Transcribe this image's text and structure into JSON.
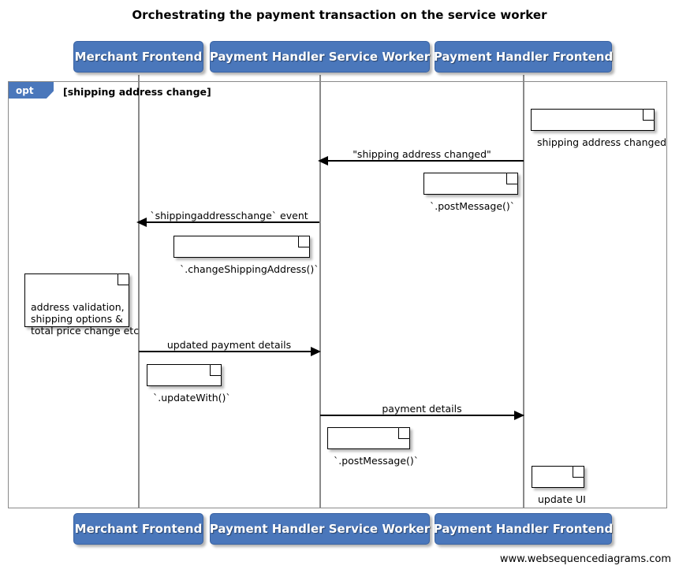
{
  "diagram": {
    "title": "Orchestrating the payment transaction on the service worker",
    "credit": "www.websequencediagrams.com",
    "colors": {
      "participant_fill": "#4a77bb",
      "participant_border": "#3a63a3",
      "participant_text": "#ffffff",
      "frame_border": "#8a8a8a",
      "lifeline": "#8a8a8a",
      "note_fill": "#ffffff",
      "note_border": "#000000",
      "arrow": "#000000",
      "background": "#ffffff"
    }
  },
  "participants": [
    {
      "id": "merchant-frontend",
      "label": "Merchant Frontend"
    },
    {
      "id": "payment-handler-service-worker",
      "label": "Payment Handler Service Worker"
    },
    {
      "id": "payment-handler-frontend",
      "label": "Payment Handler Frontend"
    }
  ],
  "fragment": {
    "type": "opt",
    "tag_label": "opt",
    "guard": "[shipping address change]"
  },
  "messages": [
    {
      "id": "msg-shipping-address-changed",
      "label": "\"shipping address changed\"",
      "from": "payment-handler-frontend",
      "to": "payment-handler-service-worker",
      "direction": "left"
    },
    {
      "id": "msg-shippingaddresschange-event",
      "label": "`shippingaddresschange` event",
      "from": "payment-handler-service-worker",
      "to": "merchant-frontend",
      "direction": "left"
    },
    {
      "id": "msg-updated-payment-details",
      "label": "updated payment details",
      "from": "merchant-frontend",
      "to": "payment-handler-service-worker",
      "direction": "right"
    },
    {
      "id": "msg-payment-details",
      "label": "payment details",
      "from": "payment-handler-service-worker",
      "to": "payment-handler-frontend",
      "direction": "right"
    }
  ],
  "notes": [
    {
      "id": "note-shipping-address-changed",
      "text": "shipping address changed",
      "over": "payment-handler-frontend"
    },
    {
      "id": "note-post-message-1",
      "text": "`.postMessage()`",
      "over": "payment-handler-frontend"
    },
    {
      "id": "note-change-shipping-address",
      "text": "`.changeShippingAddress()`",
      "over": "payment-handler-service-worker"
    },
    {
      "id": "note-address-validation",
      "text": "address validation,\nshipping options &\ntotal price change etc",
      "over": "merchant-frontend"
    },
    {
      "id": "note-update-with",
      "text": "`.updateWith()`",
      "over": "merchant-frontend"
    },
    {
      "id": "note-post-message-2",
      "text": "`.postMessage()`",
      "over": "payment-handler-service-worker"
    },
    {
      "id": "note-update-ui",
      "text": "update UI",
      "over": "payment-handler-frontend"
    }
  ]
}
